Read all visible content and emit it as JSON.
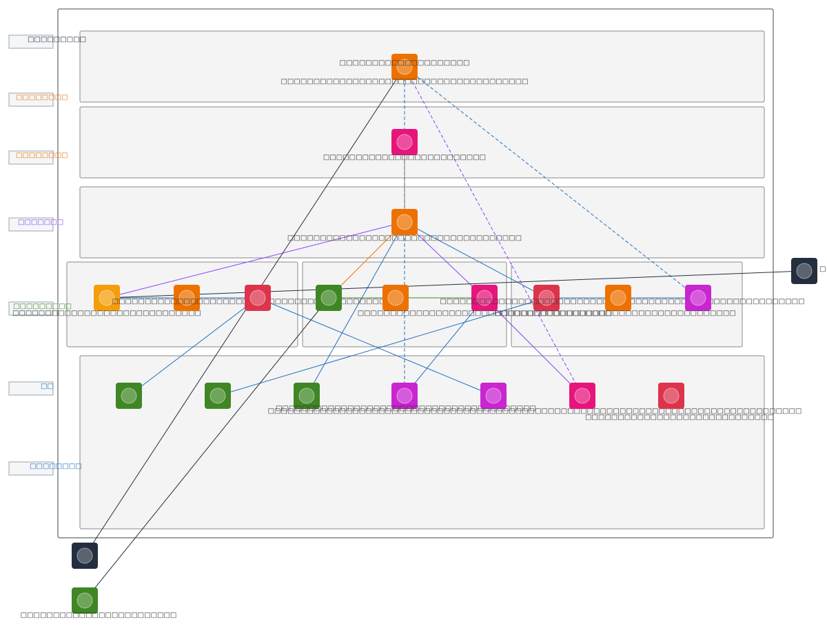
{
  "colors": {
    "orange": "#ED7100",
    "amber": "#F59E0B",
    "pink": "#E7157B",
    "magenta": "#C925D1",
    "red": "#DD344C",
    "green": "#3F8624",
    "navy": "#232F3E",
    "edge_blue": "#1f6fbf",
    "edge_purple": "#8a3ffc",
    "edge_orange": "#ED7100",
    "edge_green": "#3F8624",
    "edge_dark": "#232F3E"
  },
  "lane_labels": [
    {
      "id": "ll0",
      "text": "□□□□□□□□□",
      "color": "#232F3E"
    },
    {
      "id": "ll1",
      "text": "□□□□□□□□",
      "color": "#ED7100"
    },
    {
      "id": "ll2",
      "text": "□□□□□□□□",
      "color": "#ED7100"
    },
    {
      "id": "ll3",
      "text": "□□□□□□□",
      "color": "#8a3ffc"
    },
    {
      "id": "ll4",
      "text": "□□□□□□□□□",
      "color": "#3F8624"
    },
    {
      "id": "ll5",
      "text": "□□",
      "color": "#1f6fbf"
    },
    {
      "id": "ll6",
      "text": "□□□□□□□□",
      "color": "#1f6fbf"
    }
  ],
  "nodes": [
    {
      "id": "n_top",
      "color": "orange",
      "label": "□□□□□□□□□□□□□□□□□□□□",
      "label2": "□□□□□□□□□□□□□□□□□□□□□□□□□□□□□□□□□□□□□□"
    },
    {
      "id": "n_mid1",
      "color": "pink",
      "label": "□□□□□□□□□□□□□□□□□□□□□□□□□"
    },
    {
      "id": "n_mid2",
      "color": "orange",
      "label": "□□□□□□□□□□□□□□□□□□□□□□□□□□□□□□□□□□□□"
    },
    {
      "id": "n_r1",
      "color": "amber",
      "label": "□□□□□□□□□□□□□□□□□□□□□□□□□□□□□"
    },
    {
      "id": "n_r2",
      "color": "orange",
      "label": "□□□□□□□□□□□□□□□□□□□□□□□□□□□□□□□□□□□□□□□□□□"
    },
    {
      "id": "n_r3",
      "color": "red",
      "label": ""
    },
    {
      "id": "n_r4",
      "color": "green",
      "label": ""
    },
    {
      "id": "n_r5",
      "color": "orange",
      "label": ""
    },
    {
      "id": "n_r6",
      "color": "pink",
      "label": "□□□□□□□□□□□□□□□□□□□□□□□□□□□□□□□□□□□□□□□"
    },
    {
      "id": "n_r7",
      "color": "red",
      "label": "□□□□□□□□□□□□□□□□□□□□□□□□□□□□□□□□□□□□□□□□□□□□□□□□□□□□□□□□"
    },
    {
      "id": "n_r8",
      "color": "orange",
      "label": ""
    },
    {
      "id": "n_r9",
      "color": "magenta",
      "label": "□□□□□□□□□□□□□□□□□□□□□□□□□□□□□□□□□□□□□"
    },
    {
      "id": "n_b1",
      "color": "green",
      "label": ""
    },
    {
      "id": "n_b2",
      "color": "green",
      "label": ""
    },
    {
      "id": "n_b3",
      "color": "green",
      "label": ""
    },
    {
      "id": "n_b4",
      "color": "magenta",
      "label": "□□□□□□□□□□□□□□□□□□□□□□□□□□□□□□□□□□□□□□□□"
    },
    {
      "id": "n_b5",
      "color": "magenta",
      "label": "□□□□□□□□□□□□□□□□□□□□□□□□□□□□□□□□□□□□□□□□□□□□□□□□□□□□□□□□□□□□□□□□□□□□□□□□□□□□□□□□□□"
    },
    {
      "id": "n_b6",
      "color": "pink",
      "label": ""
    },
    {
      "id": "n_b7",
      "color": "red",
      "label": "□□□□□□□□□□□□□□□□□□□□□□□□□□□□□"
    },
    {
      "id": "n_ext_r",
      "color": "navy",
      "label": "□"
    },
    {
      "id": "n_ext_bl1",
      "color": "navy",
      "label": ""
    },
    {
      "id": "n_ext_bl2",
      "color": "green",
      "label": "□□□□□□□□□□□□□□□□□□□□□□□□"
    }
  ],
  "edges": [
    {
      "from": "n_top",
      "to": "n_mid1",
      "color": "edge_blue",
      "dash": true
    },
    {
      "from": "n_mid1",
      "to": "n_mid2",
      "color": "edge_orange",
      "dash": true
    },
    {
      "from": "n_top",
      "to": "n_b4",
      "color": "edge_blue",
      "dash": true
    },
    {
      "from": "n_top",
      "to": "n_b6",
      "color": "edge_purple",
      "dash": true
    },
    {
      "from": "n_top",
      "to": "n_r9",
      "color": "edge_blue",
      "dash": true
    },
    {
      "from": "n_mid2",
      "to": "n_r1",
      "color": "edge_purple",
      "dash": false
    },
    {
      "from": "n_mid2",
      "to": "n_r4",
      "color": "edge_orange",
      "dash": false
    },
    {
      "from": "n_mid2",
      "to": "n_r6",
      "color": "edge_purple",
      "dash": false
    },
    {
      "from": "n_mid2",
      "to": "n_r7",
      "color": "edge_blue",
      "dash": false
    },
    {
      "from": "n_mid2",
      "to": "n_b3",
      "color": "edge_blue",
      "dash": false
    },
    {
      "from": "n_r1",
      "to": "n_r2",
      "color": "edge_blue",
      "dash": false
    },
    {
      "from": "n_r2",
      "to": "n_r3",
      "color": "edge_blue",
      "dash": false
    },
    {
      "from": "n_r4",
      "to": "n_r6",
      "color": "edge_green",
      "dash": false
    },
    {
      "from": "n_r3",
      "to": "n_b1",
      "color": "edge_blue",
      "dash": false
    },
    {
      "from": "n_r3",
      "to": "n_b5",
      "color": "edge_blue",
      "dash": false
    },
    {
      "from": "n_r7",
      "to": "n_r8",
      "color": "edge_blue",
      "dash": false
    },
    {
      "from": "n_r8",
      "to": "n_r9",
      "color": "edge_blue",
      "dash": false
    },
    {
      "from": "n_r7",
      "to": "n_b2",
      "color": "edge_blue",
      "dash": false
    },
    {
      "from": "n_r6",
      "to": "n_b6",
      "color": "edge_purple",
      "dash": false
    },
    {
      "from": "n_r6",
      "to": "n_b4",
      "color": "edge_blue",
      "dash": false
    },
    {
      "from": "n_ext_r",
      "to": "n_r1",
      "color": "edge_dark",
      "dash": false
    },
    {
      "from": "n_ext_bl1",
      "to": "n_top",
      "color": "edge_dark",
      "dash": false
    },
    {
      "from": "n_ext_bl2",
      "to": "n_r4",
      "color": "edge_dark",
      "dash": false
    }
  ]
}
